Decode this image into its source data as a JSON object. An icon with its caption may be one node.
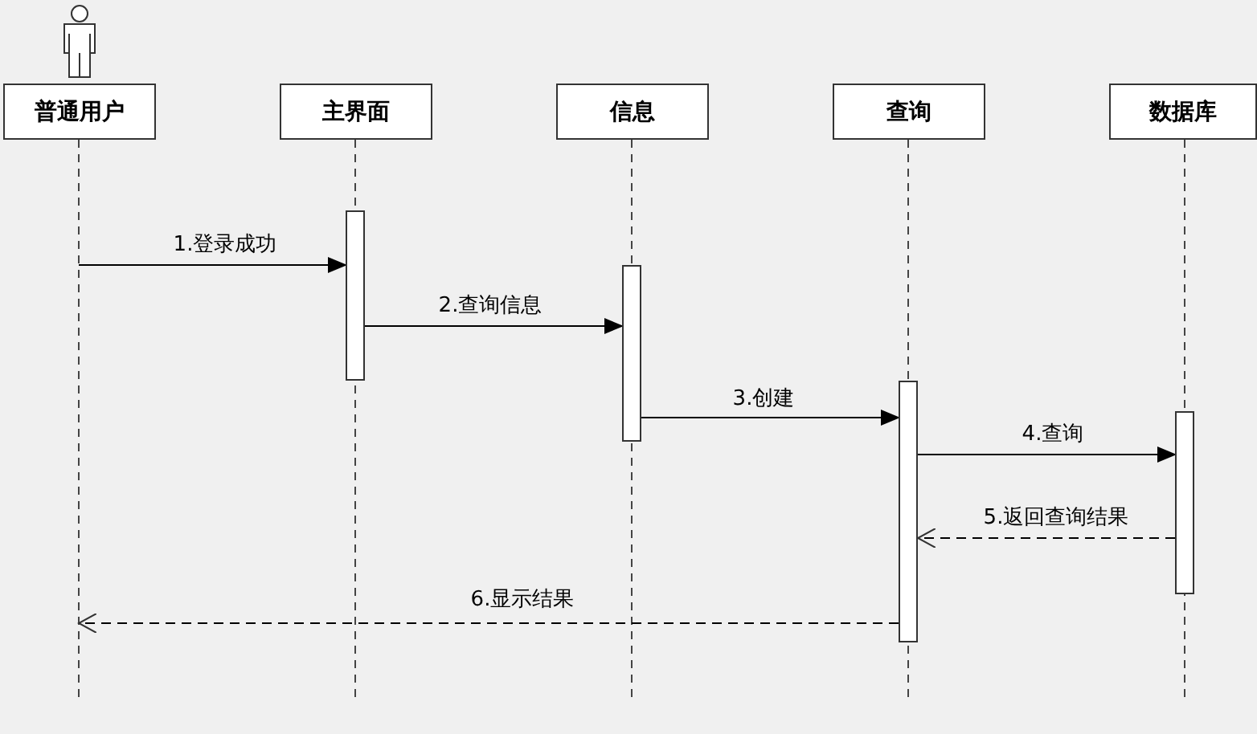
{
  "diagram": {
    "nodes": [
      {
        "text": [],
        "shape": "person"
      },
      {
        "text": [
          "普通用户"
        ]
      },
      {
        "text": [
          "主界面"
        ]
      },
      {
        "text": [
          "信息"
        ]
      },
      {
        "text": [
          "查询"
        ]
      },
      {
        "text": [
          "数据库"
        ]
      },
      {
        "text": [],
        "shape": "bar"
      },
      {
        "text": [],
        "shape": "bar"
      },
      {
        "text": [],
        "shape": "bar"
      },
      {
        "text": [],
        "shape": "bar"
      }
    ],
    "edges": [
      {
        "from": null,
        "to": 6,
        "arrow": "to",
        "label": "1.登录成功"
      },
      {
        "from": 6,
        "to": 7,
        "arrow": "to",
        "label": "2.查询信息"
      },
      {
        "from": 7,
        "to": 8,
        "arrow": "to",
        "label": "3.创建"
      },
      {
        "from": 8,
        "to": 9,
        "arrow": "to",
        "label": "4.查询"
      },
      {
        "from": 9,
        "to": 8,
        "arrow": "to",
        "label": "5.返回查询结果",
        "style": "dashed"
      },
      {
        "from": 8,
        "to": null,
        "arrow": "to",
        "label": "6.显示结果",
        "style": "dashed"
      }
    ]
  }
}
